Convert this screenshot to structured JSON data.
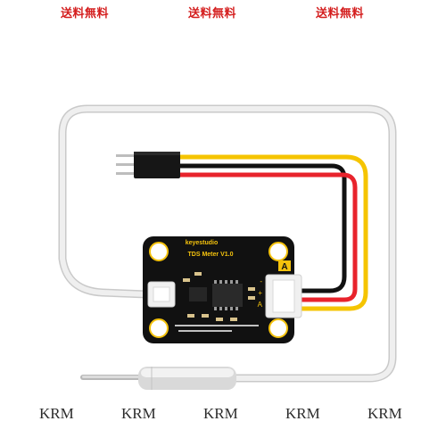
{
  "banner": {
    "labels": [
      "送料無料",
      "送料無料",
      "送料無料"
    ],
    "color": "#d41e1e"
  },
  "board": {
    "brand": "keyestudio",
    "model": "TDS Meter  V1.0",
    "connector_mark": "A",
    "pin_labels": [
      "-",
      "+",
      "A"
    ],
    "color": "#111111",
    "text_color": "#f4c20d"
  },
  "wires": {
    "colors": [
      "#f5c400",
      "#111111",
      "#e8232c"
    ]
  },
  "watermark": {
    "labels": [
      "KRM",
      "KRM",
      "KRM",
      "KRM",
      "KRM"
    ]
  }
}
